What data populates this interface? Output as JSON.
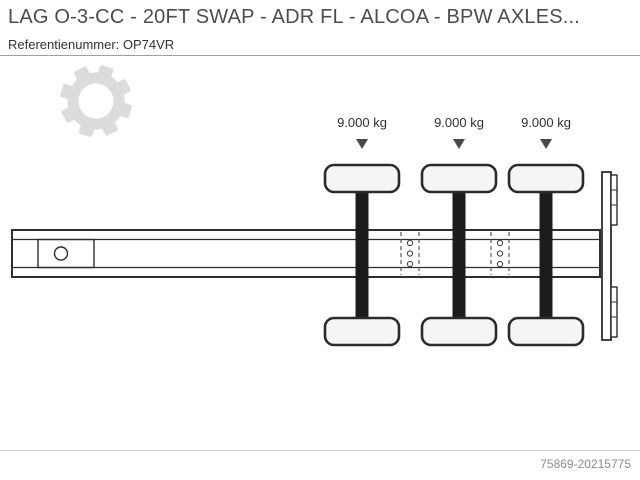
{
  "header": {
    "title": "LAG O-3-CC - 20FT SWAP - ADR FL - ALCOA - BPW AXLES...",
    "reference": "Referentienummer: OP74VR"
  },
  "diagram": {
    "type": "trailer-chassis-top-view",
    "axle_loads": [
      "9.000 kg",
      "9.000 kg",
      "9.000 kg"
    ],
    "axle_count": 3
  },
  "icons": {
    "watermark": "gear-logo-icon",
    "axle_marker": "triangle-down-icon"
  },
  "footer": {
    "image_id": "75869-20215775"
  },
  "colors": {
    "line": "#2e2e2e",
    "axle_bar": "#1c1c1c",
    "title_text": "#4d4d4d",
    "body_text": "#333333",
    "watermark": "#dcdcdc",
    "footer_text": "#8c8c8c"
  }
}
